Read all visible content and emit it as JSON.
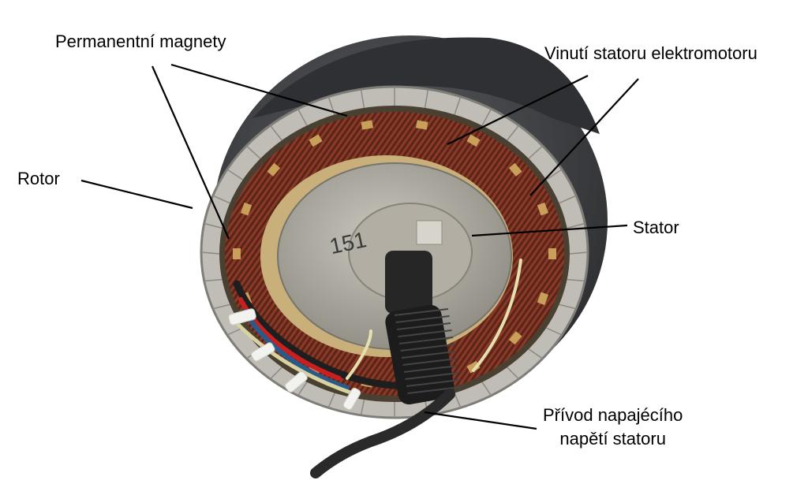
{
  "labels": {
    "permanent_magnets": "Permanentní magnety",
    "stator_winding": "Vinutí statoru elektromotoru",
    "rotor": "Rotor",
    "stator": "Stator",
    "supply_line1": "Přívod napajécího",
    "supply_line2": "napětí statoru"
  },
  "hub_marking": "151",
  "colors": {
    "background": "#ffffff",
    "tire": "#3d3f42",
    "magnet_ring": "#bfbdb6",
    "copper": "#6e2c1f",
    "hub": "#a6a39a",
    "leader_line": "#000000"
  }
}
